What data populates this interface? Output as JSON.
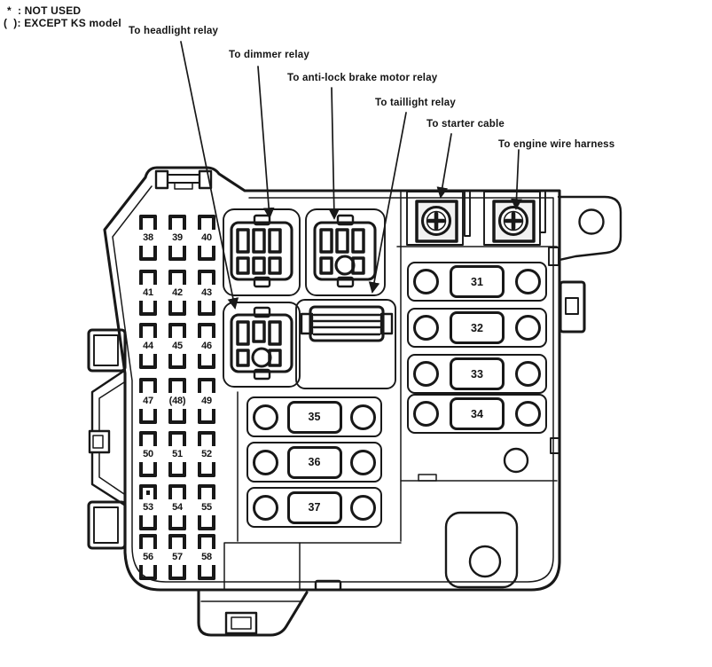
{
  "legend": {
    "items": [
      {
        "label": "*  : NOT USED"
      },
      {
        "label": "(  ): EXCEPT KS model"
      }
    ]
  },
  "callouts": {
    "headlight": "To headlight relay",
    "dimmer": "To dimmer relay",
    "abs": "To anti-lock brake motor relay",
    "taillight": "To taillight relay",
    "starter": "To starter cable",
    "harness": "To engine wire harness"
  },
  "fuse_grid": {
    "labels": [
      "38",
      "39",
      "40",
      "41",
      "42",
      "43",
      "44",
      "45",
      "46",
      "47",
      "(48)",
      "49",
      "50",
      "51",
      "52",
      "53",
      "54",
      "55",
      "56",
      "57",
      "58"
    ],
    "not_used_dot_fuse": "53"
  },
  "main_fuses": {
    "labels": [
      "31",
      "32",
      "33",
      "34"
    ]
  },
  "center_fuses": {
    "labels": [
      "35",
      "36",
      "37"
    ]
  }
}
